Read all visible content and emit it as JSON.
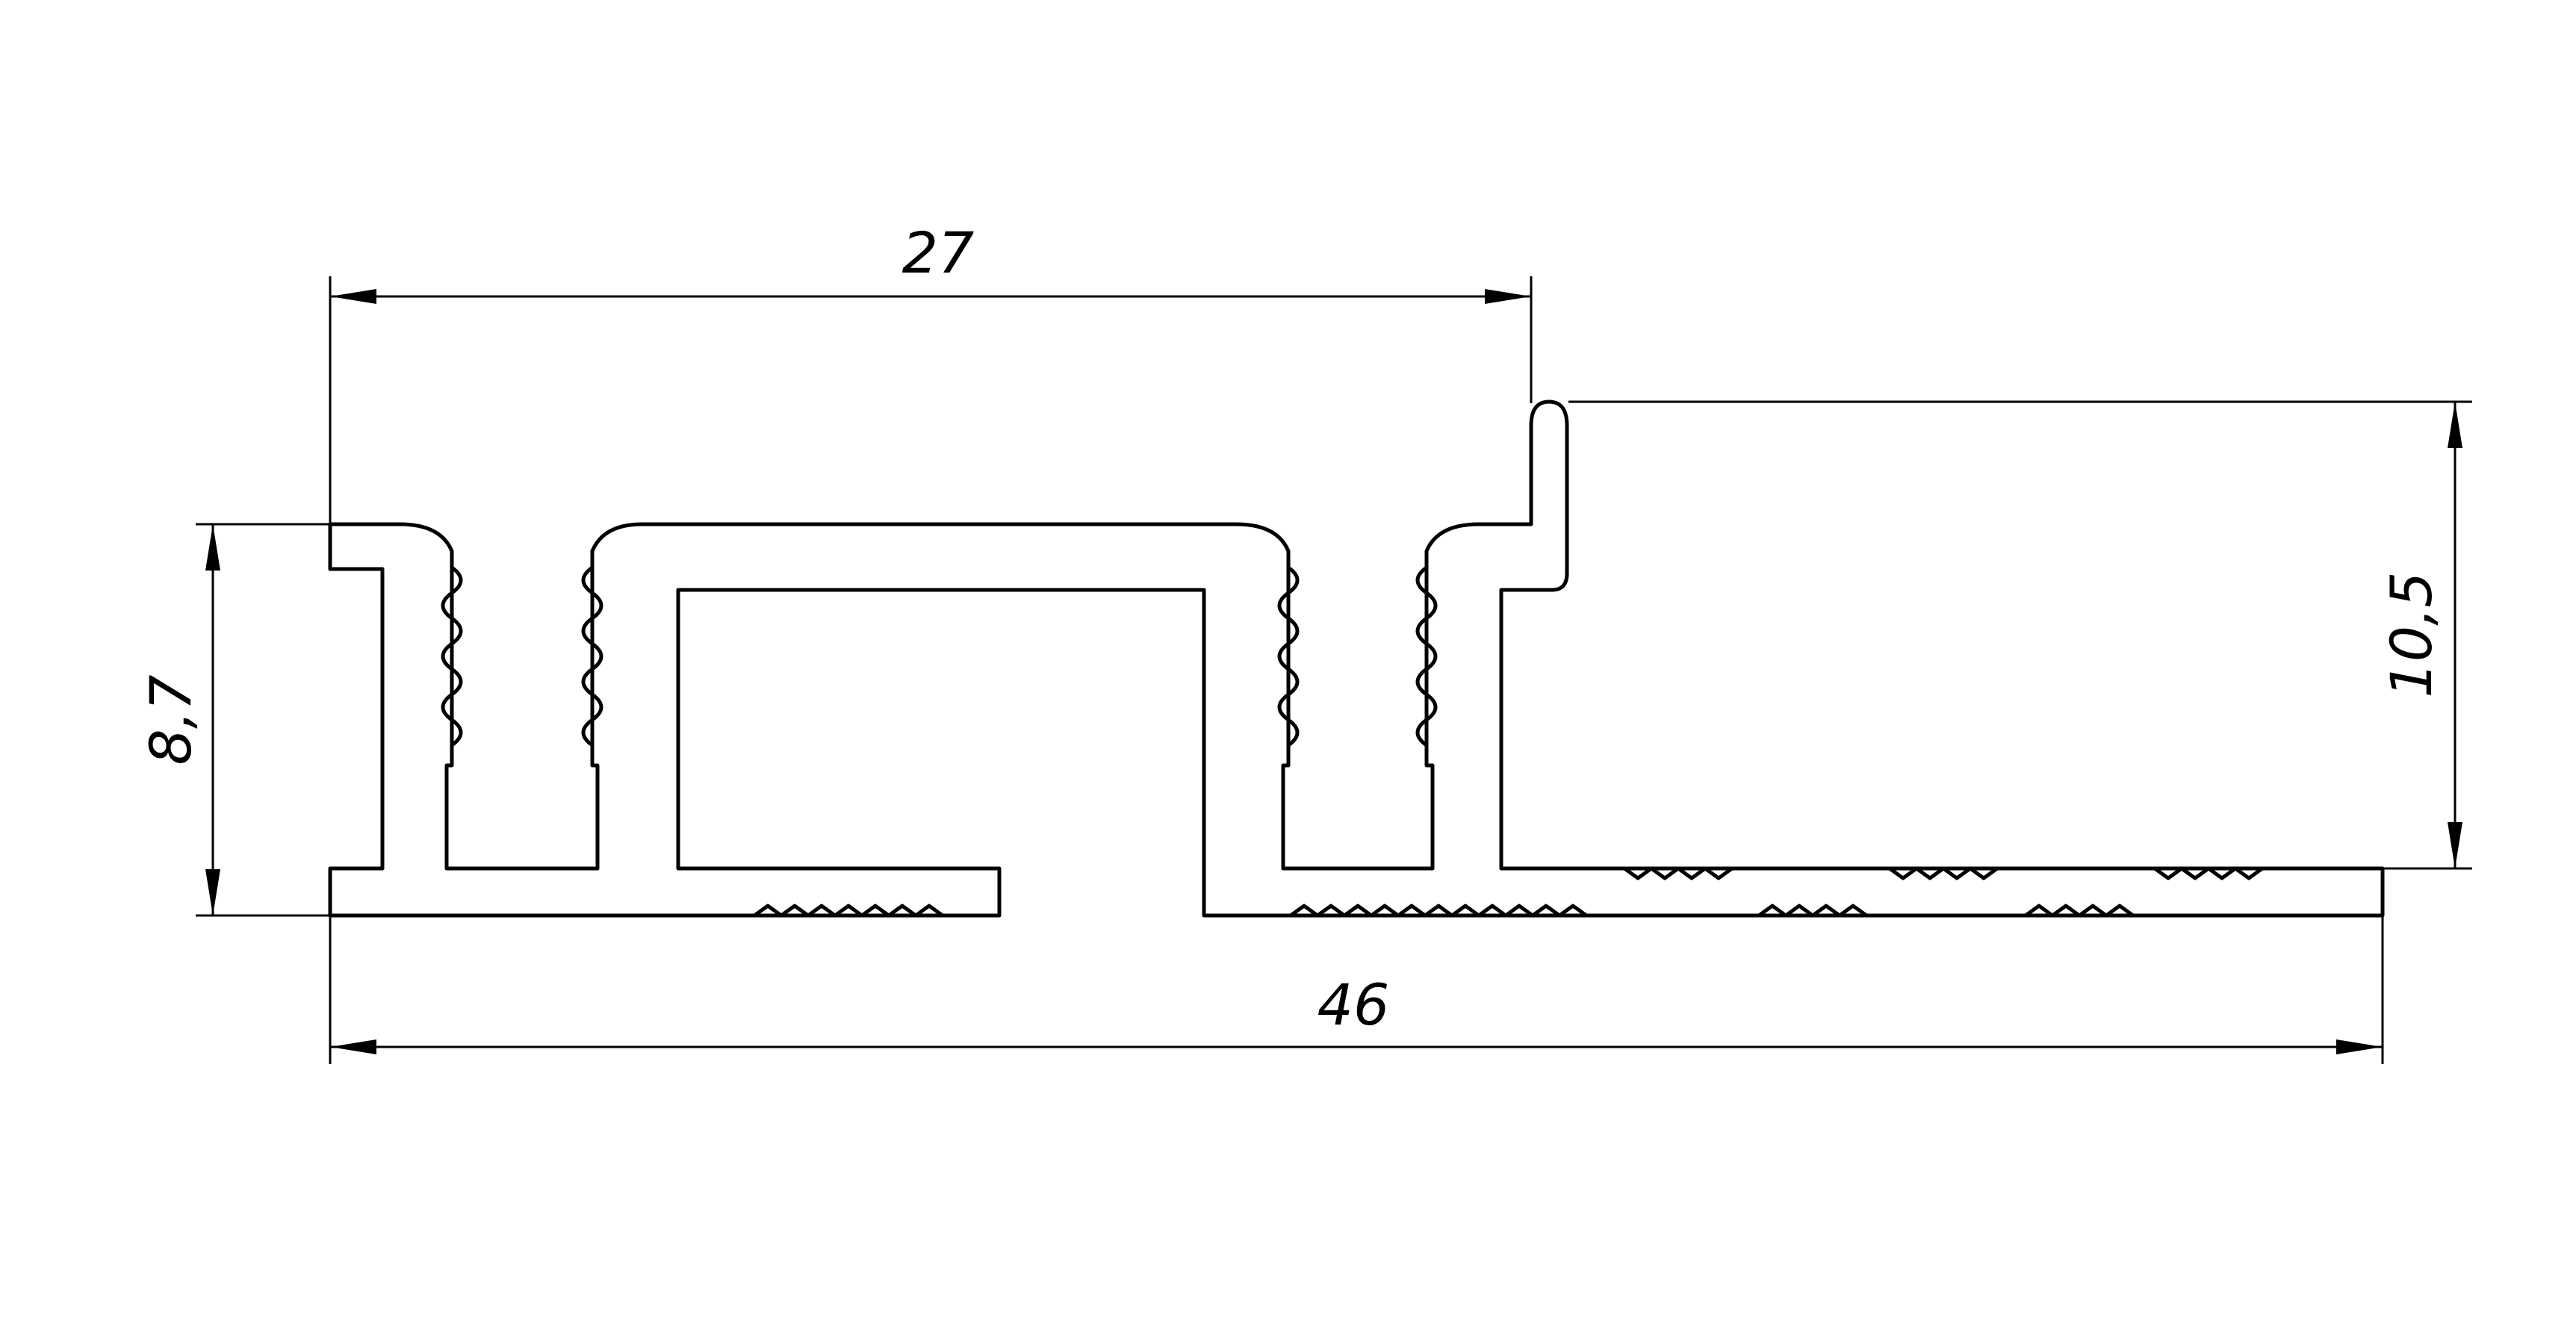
{
  "drawing": {
    "background": "#ffffff",
    "line_color": "#000000",
    "dimensions": {
      "top_width": "27",
      "overall_width": "46",
      "left_height": "8,7",
      "right_height": "10,5"
    }
  }
}
